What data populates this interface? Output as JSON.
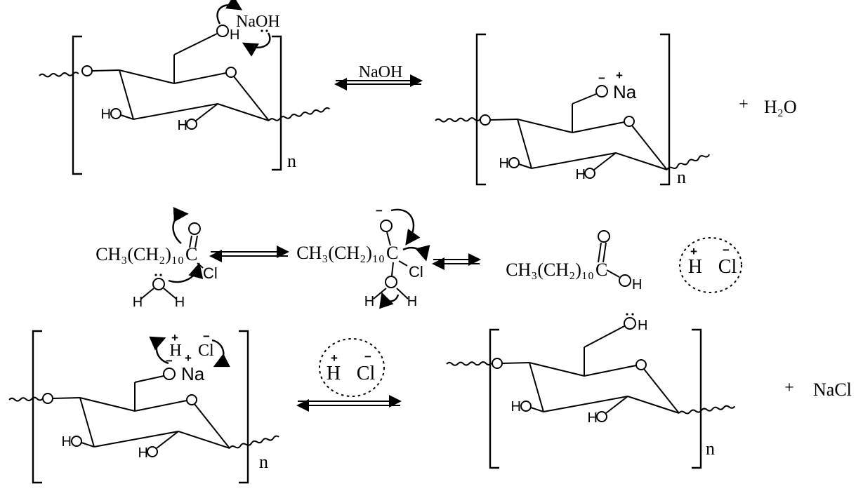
{
  "reaction_scheme": {
    "row1": {
      "attacking_base": "NaOH",
      "arrow_reagent": "NaOH",
      "plus": "+",
      "byproduct": "H₂O"
    },
    "row2": {
      "alkyl_chain": "CH₃(CH₂)₁₀",
      "ion_pair_h": "H",
      "ion_pair_cl": "Cl"
    },
    "row3": {
      "ion_pair_h": "H",
      "ion_pair_cl": "Cl",
      "plus": "+",
      "salt": "NaCl"
    },
    "atoms": {
      "h": "H",
      "c": "C",
      "cl": "Cl",
      "na": "Na",
      "n": "n",
      "plus_charge": "+",
      "minus_charge": "−"
    }
  }
}
